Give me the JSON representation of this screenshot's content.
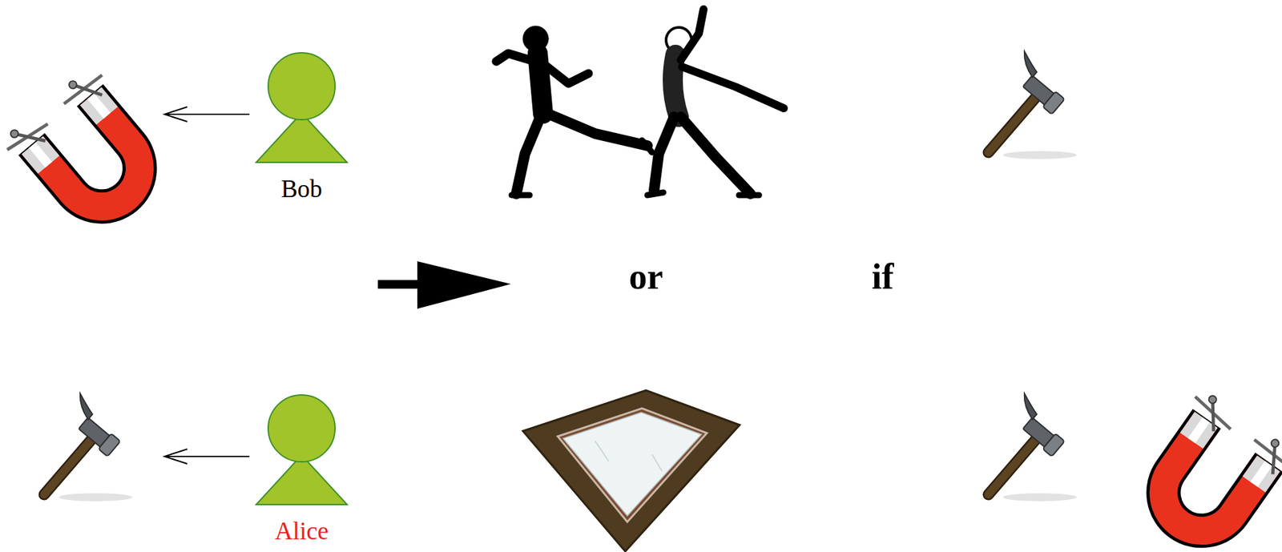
{
  "diagram": {
    "nodes": [
      {
        "text": [
          "Bob"
        ]
      },
      {
        "text": [
          "Alice"
        ]
      }
    ],
    "labels": [
      "or",
      "if"
    ]
  }
}
